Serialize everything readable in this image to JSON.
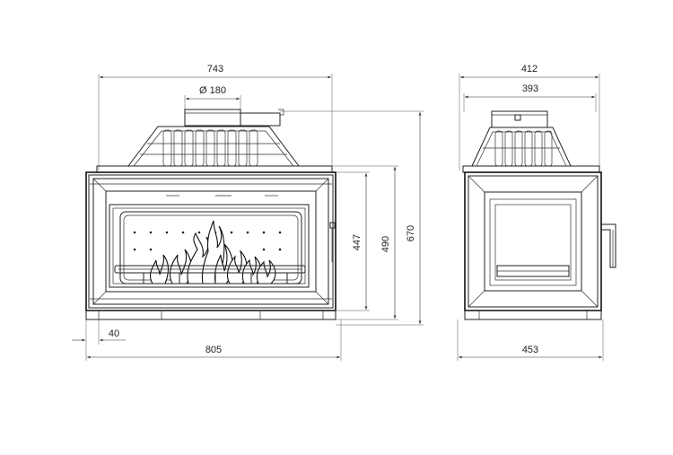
{
  "front_view": {
    "dims": {
      "top_width": "743",
      "flue_diameter": "Ø 180",
      "bottom_width": "805",
      "offset": "40",
      "door_height": "447",
      "body_height": "490",
      "total_height": "670"
    }
  },
  "side_view": {
    "dims": {
      "top_depth": "412",
      "collar_depth": "393",
      "bottom_depth": "453"
    }
  },
  "colors": {
    "line": "#222222",
    "background": "#ffffff"
  }
}
